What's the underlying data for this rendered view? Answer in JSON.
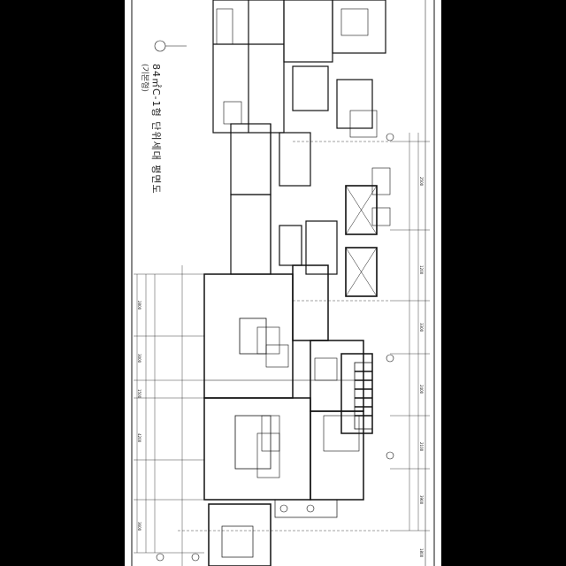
{
  "drawing": {
    "title": "84㎡C-1형 단위세대 평면도",
    "subtitle": "(기본형)",
    "dim_labels": [
      "2800",
      "3000",
      "1500",
      "4200",
      "3600",
      "2500",
      "1200",
      "3300",
      "2400",
      "2100",
      "3900",
      "1800"
    ],
    "colors": {
      "line": "#111111",
      "paper": "#ffffff",
      "frame": "#000000"
    }
  }
}
